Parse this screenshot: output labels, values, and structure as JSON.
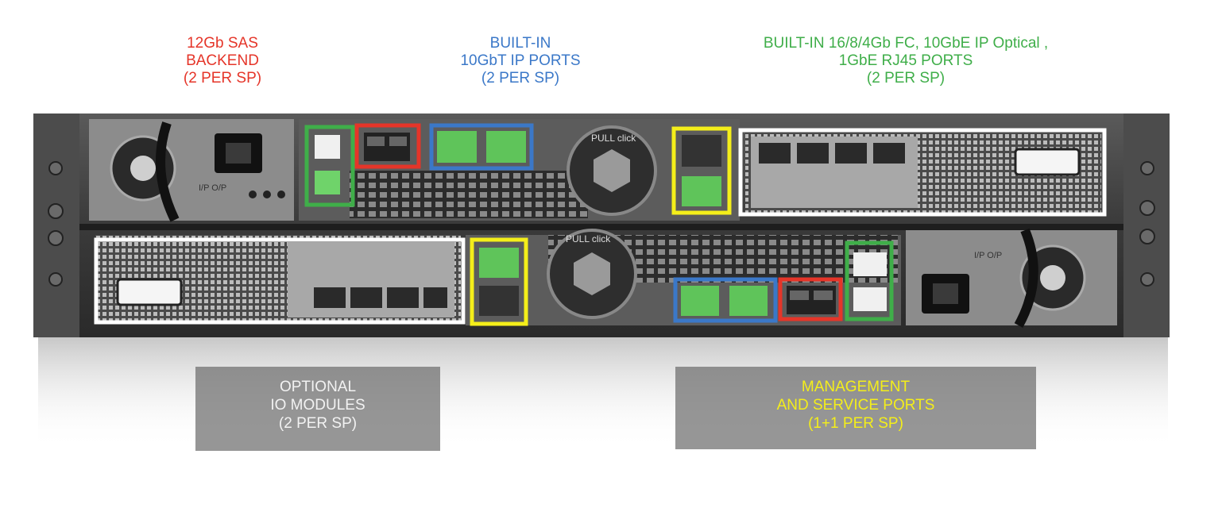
{
  "labels": {
    "sas": "12Gb SAS\nBACKEND\n(2 PER SP)",
    "builtin_10gbt": "BUILT-IN\n10GbT IP PORTS\n(2 PER SP)",
    "builtin_fc": "BUILT-IN 16/8/4Gb FC, 10GbE IP Optical ,\n1GbE RJ45 PORTS\n(2 PER SP)"
  },
  "captions": {
    "optional_io": "OPTIONAL\nIO MODULES\n(2 PER SP)",
    "management": "MANAGEMENT\nAND SERVICE PORTS\n(1+1 PER SP)"
  },
  "chassis_markings": {
    "pull_click": "PULL click",
    "power_mark": "I/P O/P"
  },
  "colors": {
    "sas": "#e53529",
    "builtin_10gbt": "#3b78c8",
    "builtin_fc": "#3fae49",
    "management": "#f4ee1a",
    "optional_io": "#ffffff",
    "port_green": "#5fc45a",
    "chassis": "#3a3a3a"
  }
}
